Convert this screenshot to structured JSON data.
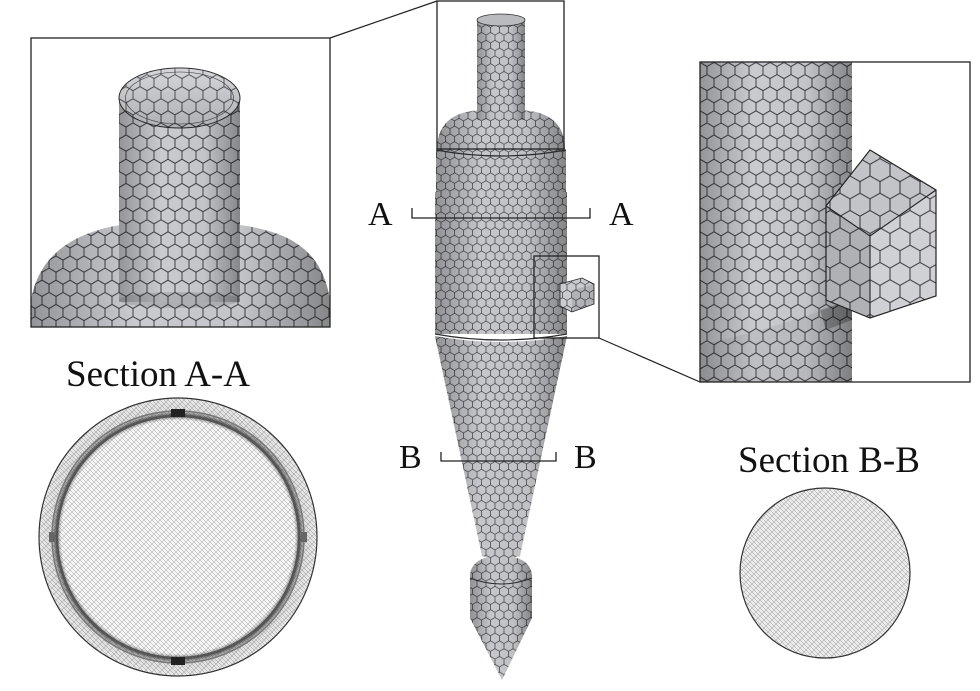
{
  "section_labels": {
    "a": "Section A-A",
    "b": "Section B-B"
  },
  "cut_labels": {
    "a_left": "A",
    "a_right": "A",
    "b_left": "B",
    "b_right": "B"
  },
  "colors": {
    "mesh_fill": "#c9cbcf",
    "mesh_dark": "#8e9096",
    "mesh_line": "#3a3a3e",
    "frame": "#222222",
    "section_fill": "#f4f4f4"
  }
}
